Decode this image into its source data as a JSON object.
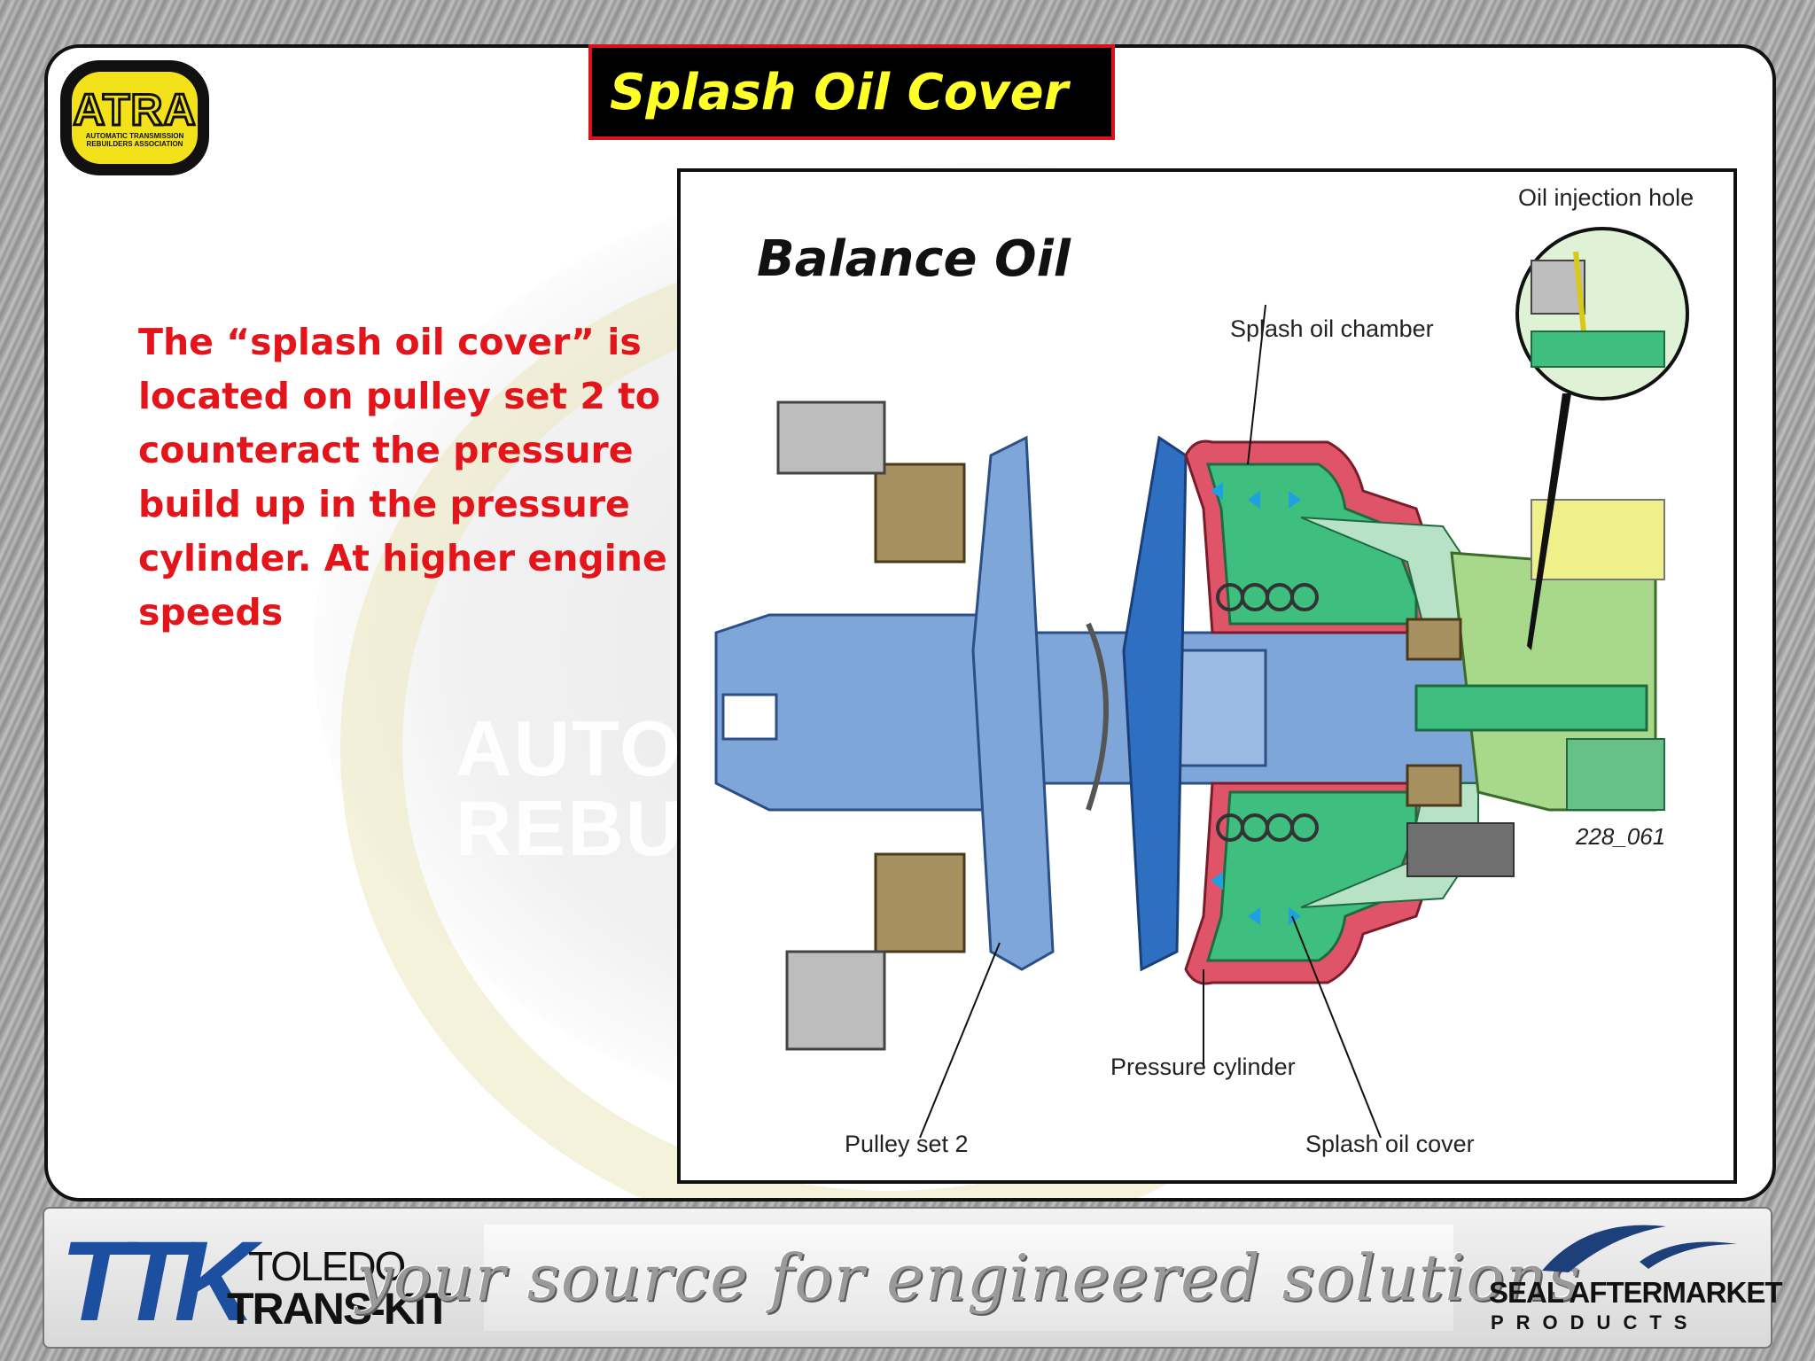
{
  "slide": {
    "title": "Splash Oil Cover",
    "body_text": "The “splash oil cover” is located on pulley set 2 to counteract the pressure build up in the pressure cylinder. At higher engine speeds"
  },
  "watermark": {
    "line1": "AUTOM",
    "line2": "REBUIL"
  },
  "atra_logo": {
    "word": "ATRA",
    "subtitle": "AUTOMATIC TRANSMISSION REBUILDERS ASSOCIATION"
  },
  "figure": {
    "title": "Balance Oil",
    "code": "228_061",
    "labels": {
      "oil_injection_hole": "Oil injection hole",
      "splash_oil_chamber": "Splash oil chamber",
      "pressure_cylinder": "Pressure cylinder",
      "pulley_set_2": "Pulley set 2",
      "splash_oil_cover": "Splash oil cover"
    }
  },
  "footer": {
    "ttk_line1": "TOLEDO",
    "ttk_line2": "TRANS-KIT",
    "ttk_mark": "TTK",
    "tagline": "your source for engineered solutions",
    "seal_line1": "SEAL AFTERMARKET",
    "seal_line2": "PRODUCTS"
  },
  "colors": {
    "title_text": "#ffff2a",
    "title_border": "#d8141a",
    "body_text": "#e3141a",
    "shaft_blue": "#7fa6d9",
    "pulley_blue": "#2f6fc2",
    "pressure_red": "#e0546a",
    "chamber_green": "#3fbf7f",
    "housing_green": "#a8d88a",
    "ttk_blue": "#1d4fa0"
  }
}
